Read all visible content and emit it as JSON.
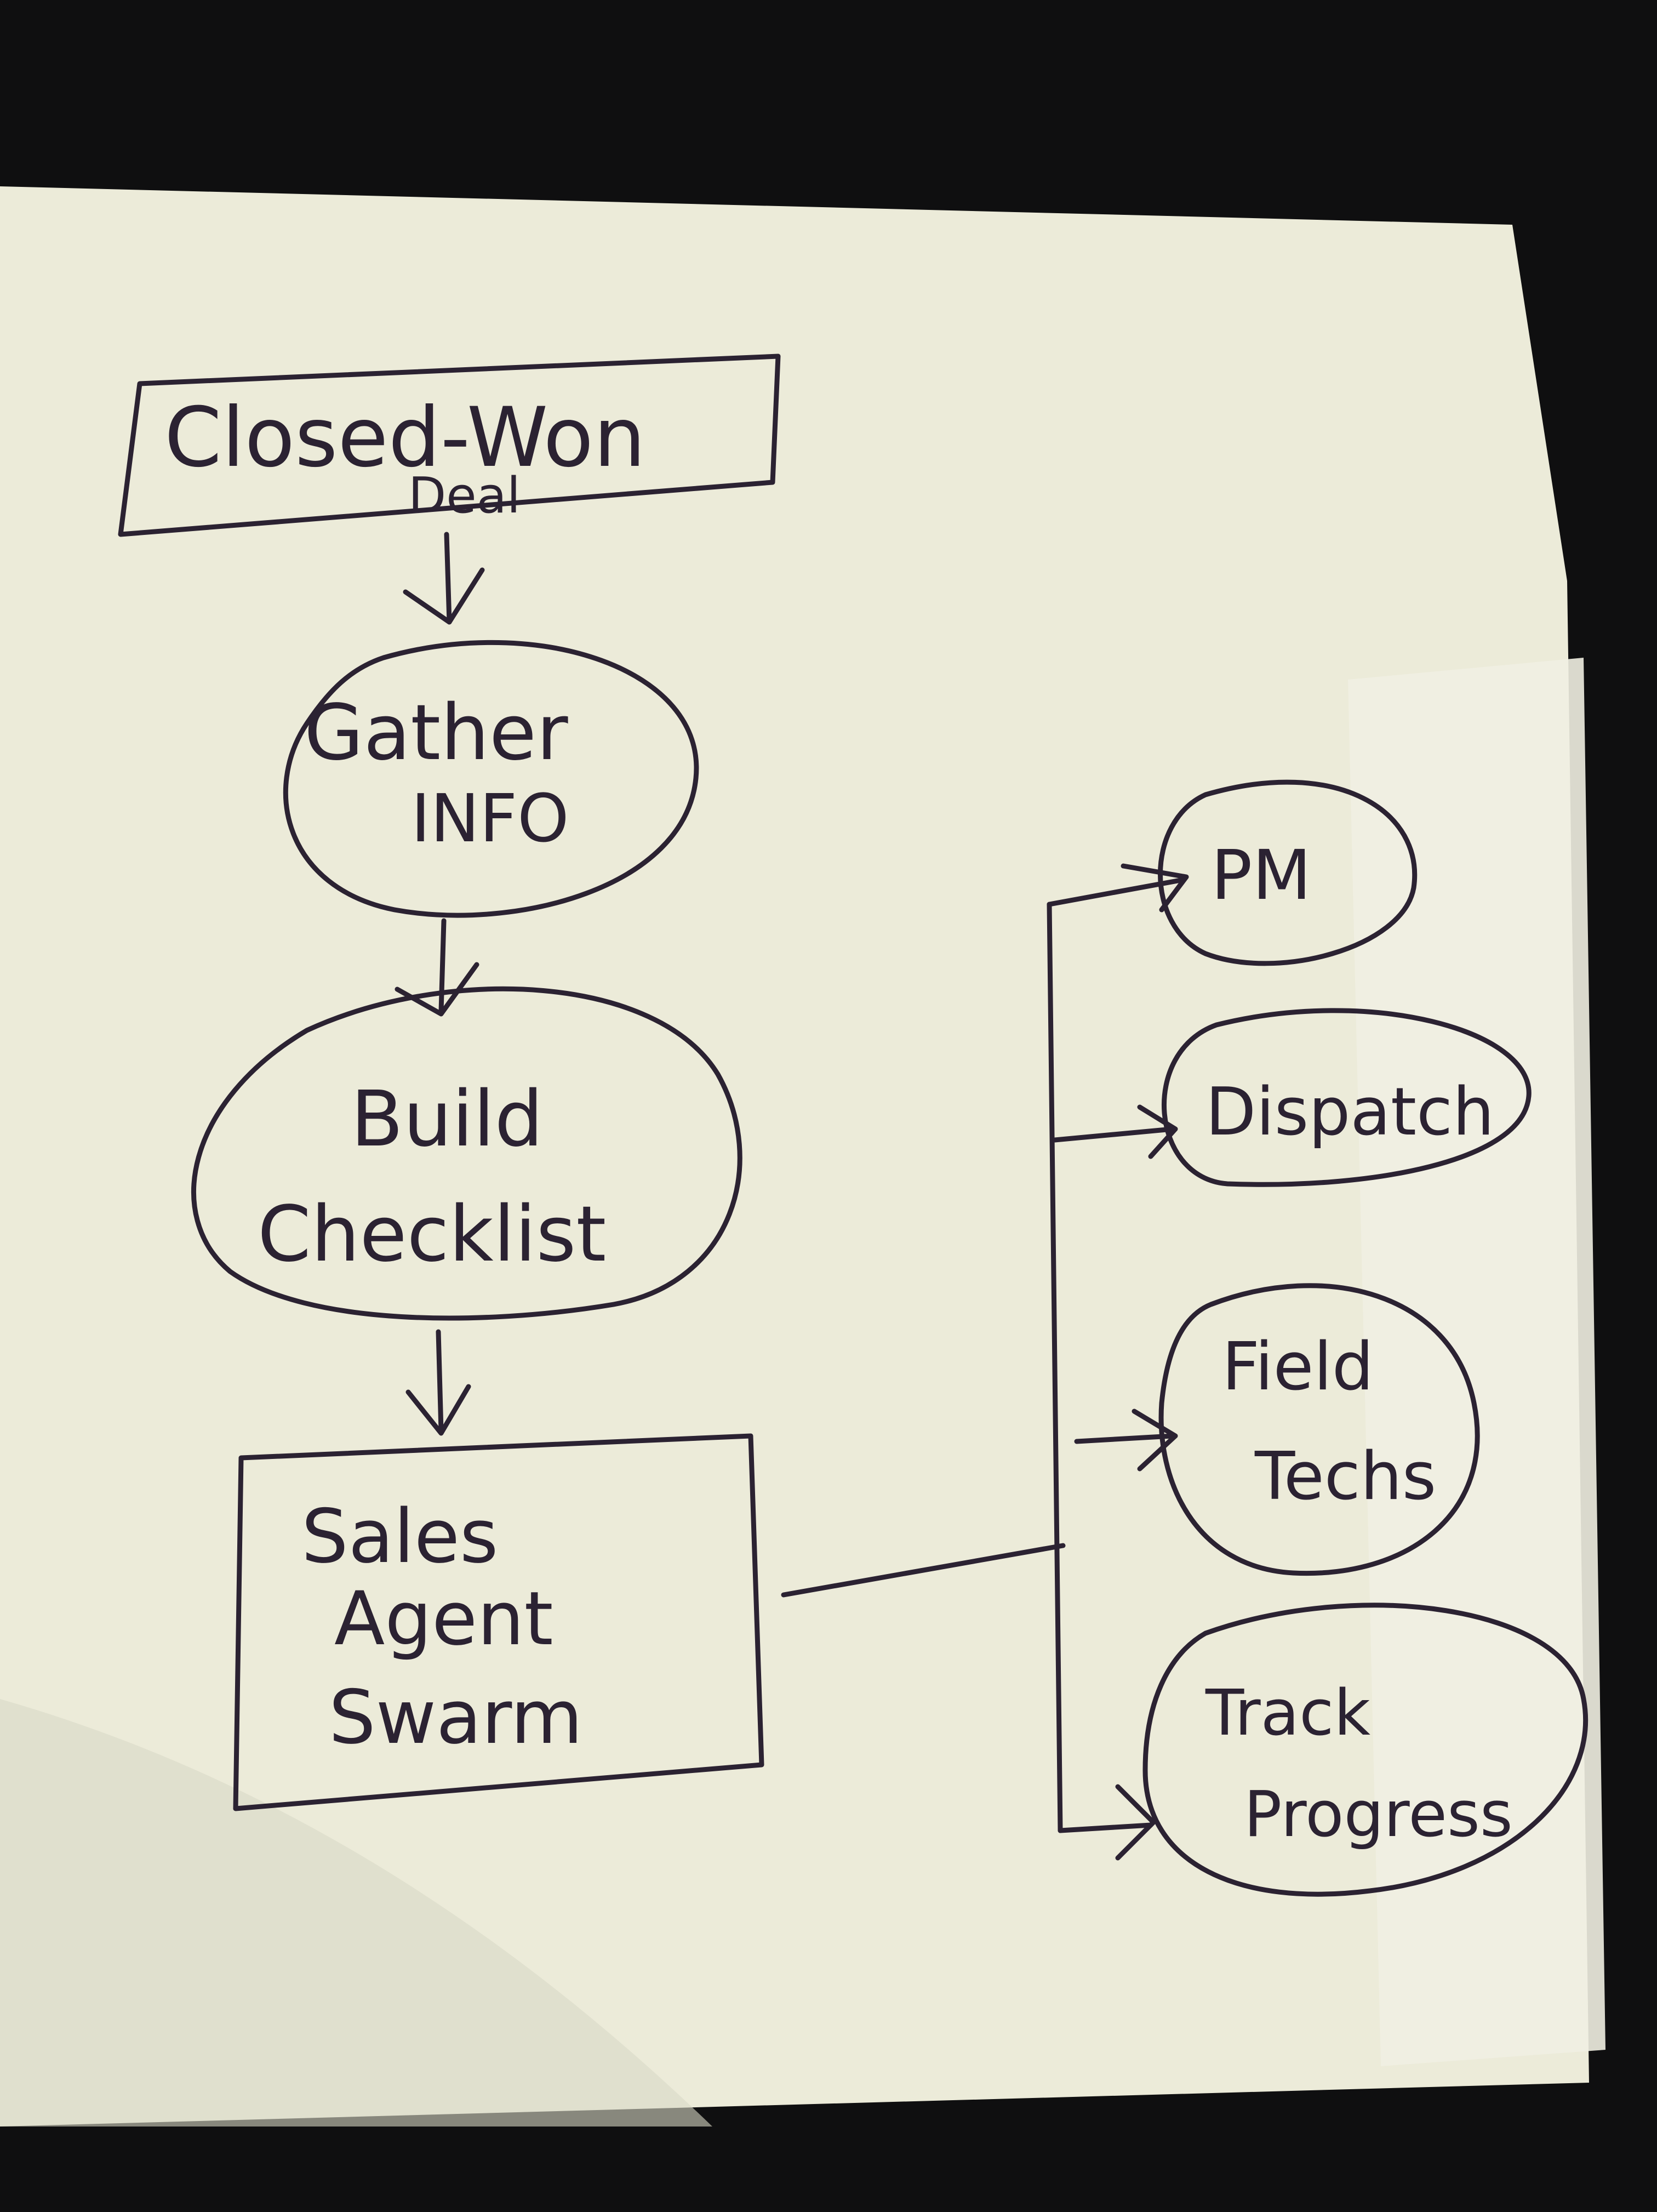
{
  "colors": {
    "background": "#0f0f10",
    "napkin": "#ecebd9",
    "napkin_fold": "#f1f0e2",
    "ink": "#2b2232"
  },
  "diagram": {
    "nodes": {
      "closed_won": {
        "line1": "Closed-Won",
        "line2": "Deal"
      },
      "gather": {
        "line1": "Gather",
        "line2": "INFO"
      },
      "build": {
        "line1": "Build",
        "line2": "Checklist"
      },
      "swarm": {
        "line1": "Sales",
        "line2": "Agent",
        "line3": "Swarm"
      },
      "pm": {
        "line1": "PM"
      },
      "dispatch": {
        "line1": "Dispatch"
      },
      "field": {
        "line1": "Field",
        "line2": "Techs"
      },
      "track": {
        "line1": "Track",
        "line2": "Progress"
      }
    }
  }
}
